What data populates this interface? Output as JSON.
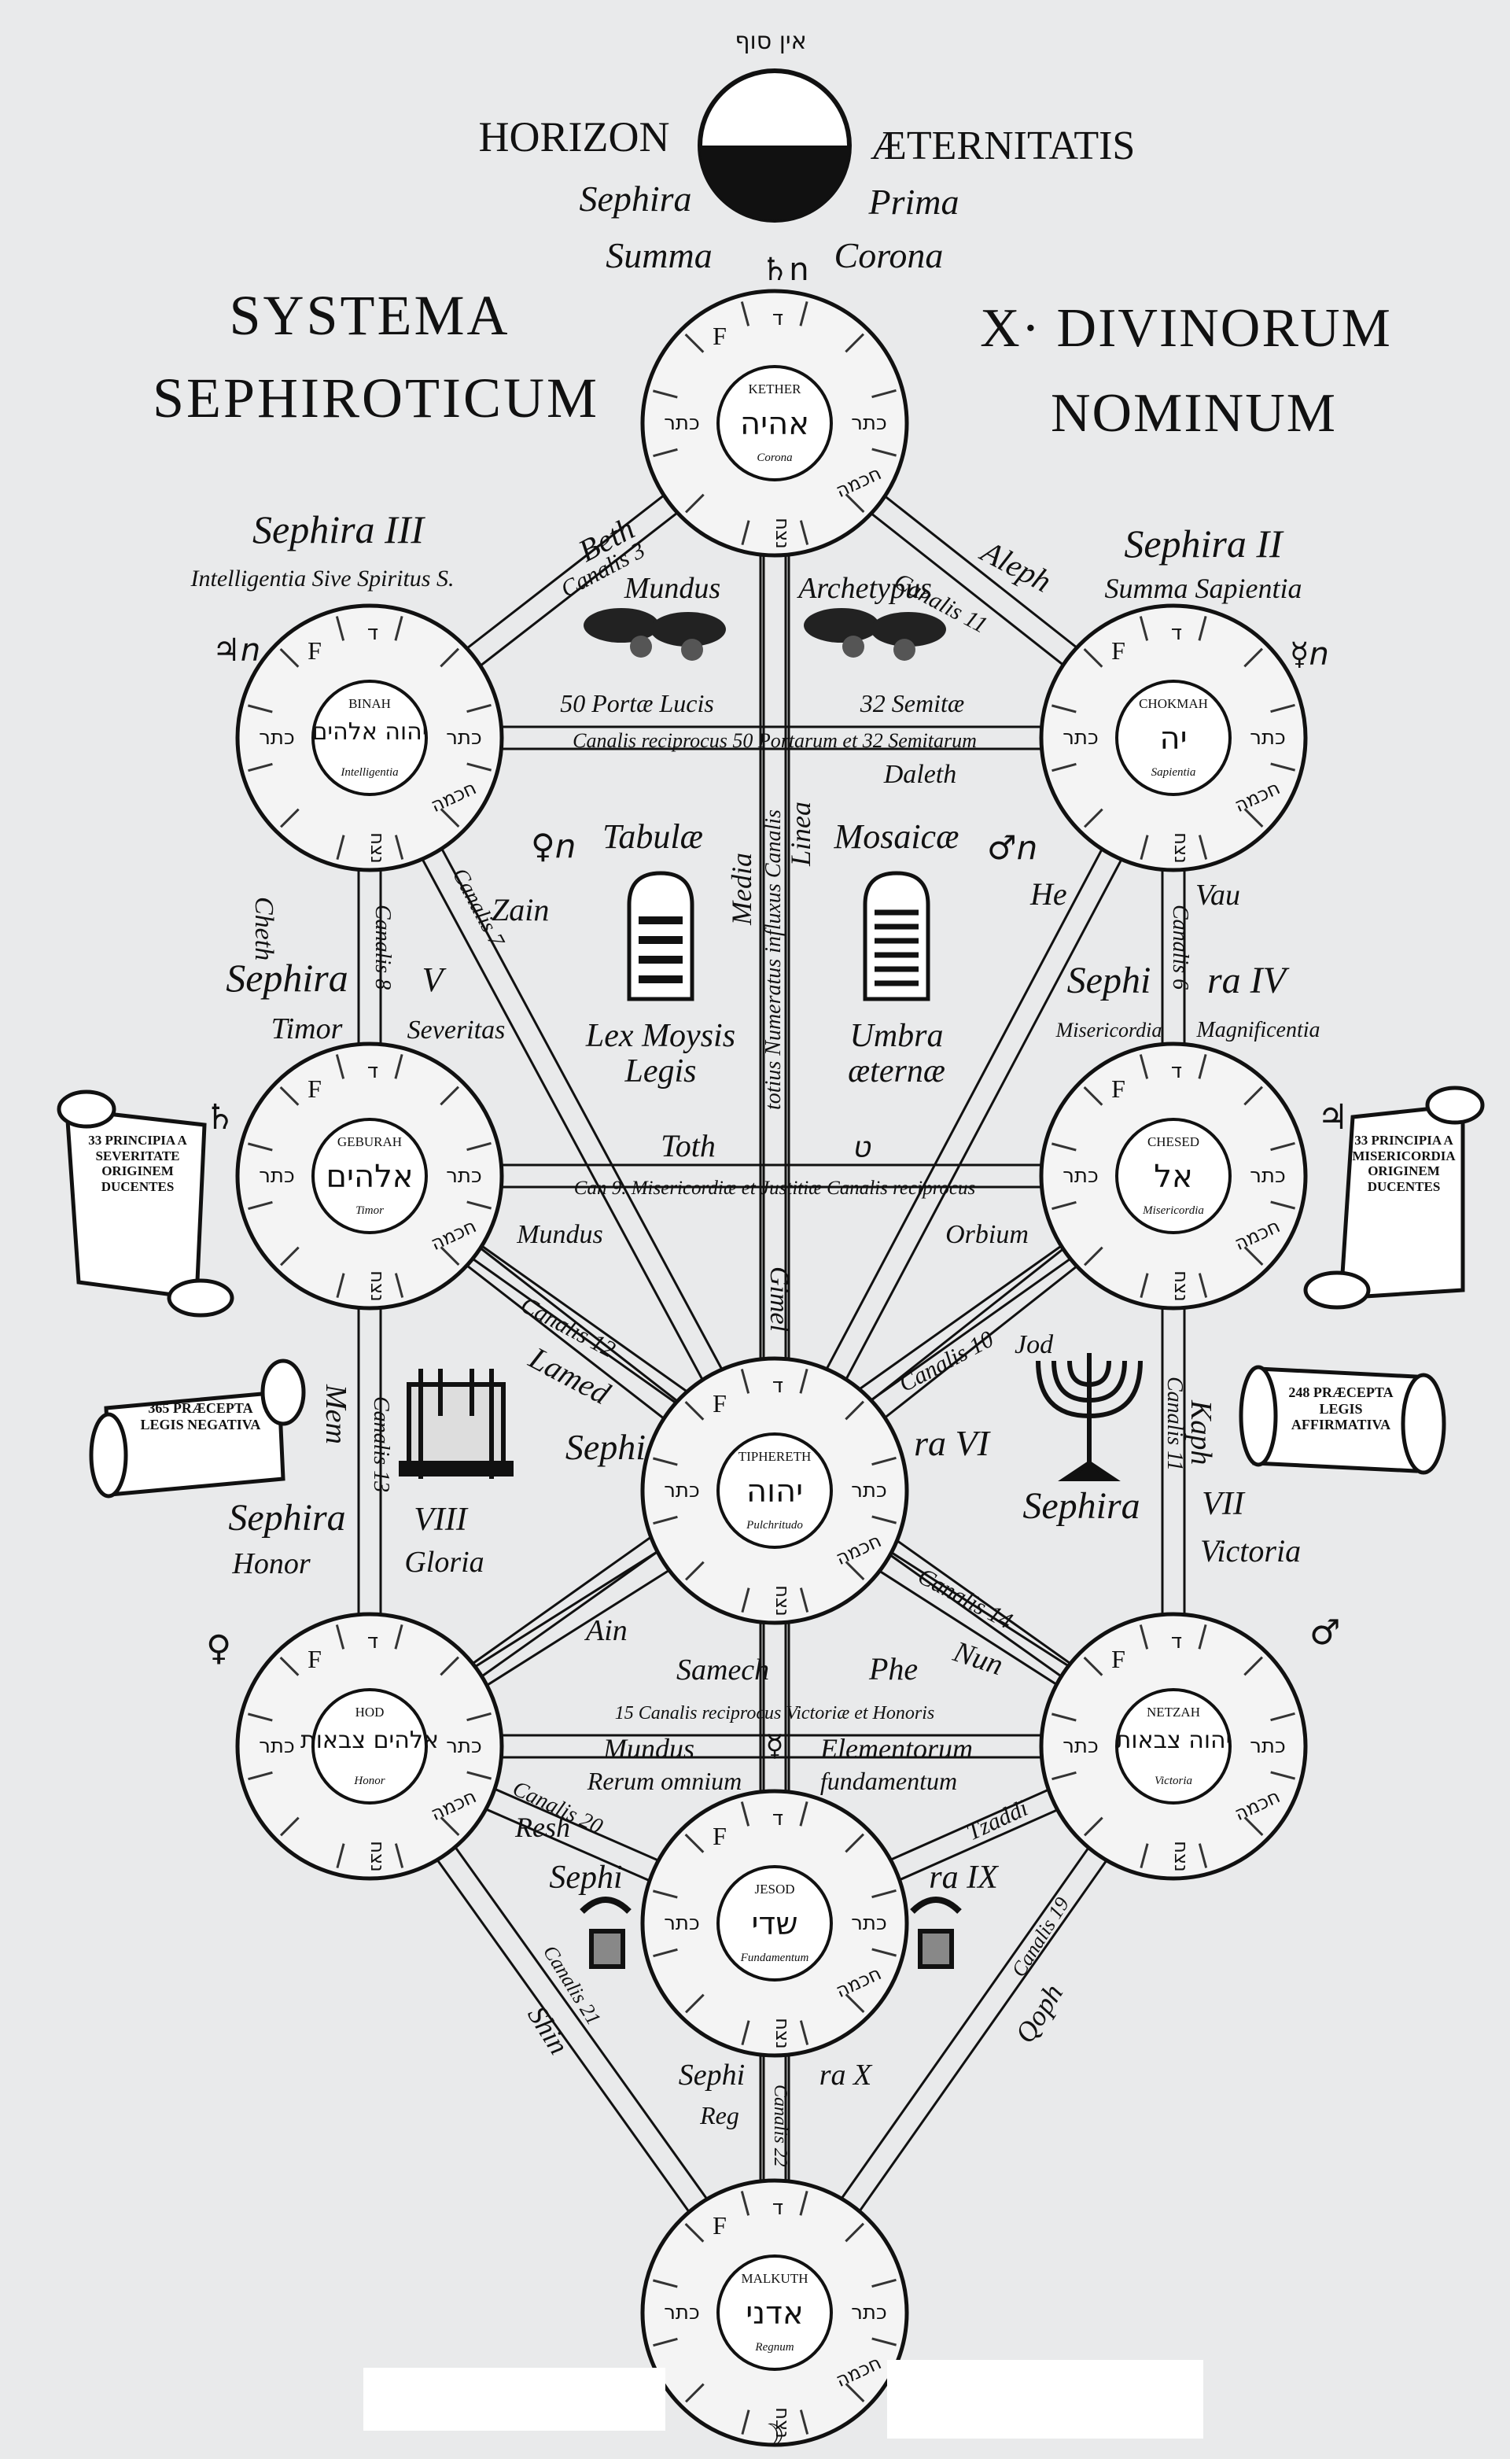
{
  "header": {
    "ein_sof": "אין סוף",
    "horizon_left": "HORIZON",
    "horizon_right": "ÆTERNITATIS",
    "sephira_label": "Sephira",
    "prima_label": "Prima",
    "summa_label": "Summa",
    "corona_label": "Corona",
    "saturn_symbol": "♄n"
  },
  "titles": {
    "left_line1": "SYSTEMA",
    "left_line2": "SEPHIROTICUM",
    "right_line1": "X· DIVINORUM",
    "right_line2": "NOMINUM"
  },
  "sephiroth": [
    {
      "latin": "KETHER",
      "hebrew": "אהיה",
      "subtitle": "Corona"
    },
    {
      "latin": "BINAH",
      "hebrew": "יהוה אלהים",
      "subtitle": "Intelligentia"
    },
    {
      "latin": "CHOKMAH",
      "hebrew": "יה",
      "subtitle": "Sapientia"
    },
    {
      "latin": "GEBURAH",
      "hebrew": "אלהים",
      "subtitle": "Timor"
    },
    {
      "latin": "CHESED",
      "hebrew": "אל",
      "subtitle": "Misericordia"
    },
    {
      "latin": "TIPHERETH",
      "hebrew": "יהוה",
      "subtitle": "Pulchritudo"
    },
    {
      "latin": "HOD",
      "hebrew": "אלהים צבאות",
      "subtitle": "Honor"
    },
    {
      "latin": "NETZAH",
      "hebrew": "יהוה צבאות",
      "subtitle": "Victoria"
    },
    {
      "latin": "JESOD",
      "hebrew": "שדי",
      "subtitle": "Fundamentum"
    },
    {
      "latin": "MALKUTH",
      "hebrew": "אדני",
      "subtitle": "Regnum"
    }
  ],
  "sephira_ring_labels": {
    "left": "כתר",
    "right": "כתר",
    "lower_right": "חכמה",
    "bottom": "נצח",
    "letter_f": "F",
    "top_mark": "ד"
  },
  "labels": {
    "sephira_iii": "Sephira III",
    "intelligentia": "Intelligentia Sive Spiritus S.",
    "sephira_ii": "Sephira II",
    "summa_sapientia": "Summa Sapientia",
    "jupiter_n": "♃n",
    "mercury_n": "☿n",
    "beth": "Beth",
    "canalis_3": "Canalis 3",
    "aleph": "Aleph",
    "canalis_11": "Canalis 11",
    "mundus": "Mundus",
    "archetypus": "Archetypus",
    "porta_lucis": "50 Portæ Lucis",
    "semitae": "32 Semitæ",
    "canalis_reciprocus_top": "Canalis reciprocus 50 Portarum et 32 Semitarum",
    "daleth": "Daleth",
    "venus_n": "♀n",
    "mars_n": "♂n",
    "tabulae": "Tabulæ",
    "mosaicae": "Mosaicæ",
    "lex_moysis": "Lex Moysis",
    "legis": "Legis",
    "umbra": "Umbra",
    "aeternae": "æternæ",
    "media": "Media",
    "linea": "Linea",
    "center_vertical": "totius Numeratus influxus Canalis",
    "zain": "Zain",
    "he": "He",
    "vau": "Vau",
    "cheth": "Cheth",
    "canalis_8": "Canalis 8",
    "canalis_6": "Canalis 6",
    "canalis_7": "Canalis 7",
    "sephira_left": "Sephira",
    "roman_v": "V",
    "timor": "Timor",
    "severitas": "Severitas",
    "sephira_right": "Sephi",
    "ra_iv": "ra IV",
    "misericordia": "Misericordia",
    "magnificentia": "Magnificentia",
    "toth": "Toth",
    "teth_letter": "ט",
    "saturn_small": "♄",
    "jupiter_small": "♃",
    "canalis_9": "Can 9. Misericordiæ et Justitiæ Canalis reciprocus",
    "mundus_mid": "Mundus",
    "orbium": "Orbium",
    "scroll_left_1": "33 PRINCIPIA A SEVERITATE ORIGINEM DUCENTES",
    "scroll_right_1": "33 PRINCIPIA A MISERICORDIA ORIGINEM DUCENTES",
    "scroll_left_2": "365 PRÆCEPTA LEGIS NEGATIVA",
    "scroll_right_2": "248 PRÆCEPTA LEGIS AFFIRMATIVA",
    "lamed": "Lamed",
    "canalis_12": "Canalis 12",
    "canalis_10": "Canalis 10",
    "jod": "Jod",
    "gimel": "Gimel",
    "sephi_vi_left": "Sephi",
    "ra_vi": "ra VI",
    "mem": "Mem",
    "canalis_13": "Canalis 13",
    "kaph": "Kaph",
    "canalis_11b": "Canalis 11",
    "sephira_viii": "Sephira",
    "roman_viii": "VIII",
    "honor": "Honor",
    "gloria": "Gloria",
    "sephira_vii": "Sephira",
    "roman_vii": "VII",
    "victoria": "Victoria",
    "venus_small": "♀",
    "mars_small": "♂",
    "ain": "Ain",
    "samech": "Samech",
    "nun": "Nun",
    "canalis_14": "Canalis 14",
    "phe": "Phe",
    "canalis_reciprocus_low": "15 Canalis reciprocus Victoriæ et Honoris",
    "mundus_low": "Mundus",
    "rerum_omnium": "Rerum omnium",
    "elementorum": "Elementorum",
    "fundamentum": "fundamentum",
    "mercury_small": "☿",
    "canalis_20": "Canalis 20",
    "resh": "Resh",
    "sephi_ix": "Sephi",
    "ra_ix": "ra IX",
    "tzaddi": "Tzaddi",
    "shin": "Shin",
    "canalis_21": "Canalis 21",
    "qoph": "Qoph",
    "canalis_19": "Canalis 19",
    "sephi_x": "Sephi",
    "ra_x": "ra X",
    "regnum_short": "Reg",
    "canalis_22": "Canalis 22",
    "moon_symbol": "☽"
  }
}
